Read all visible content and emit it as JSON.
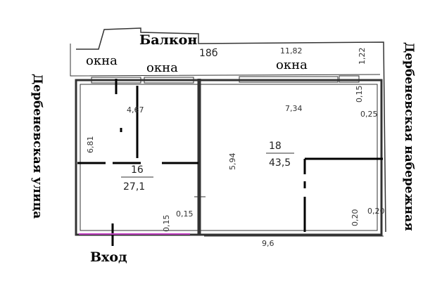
{
  "labels": {
    "balcony": "Балкон",
    "entrance": "Вход",
    "windows": [
      "окна",
      "окна",
      "окна"
    ],
    "street_left": "Дербеневская улица",
    "street_right": "Дербеневская набережная"
  },
  "rooms": [
    {
      "number": "16",
      "area": "27,1"
    },
    {
      "number": "18",
      "area": "43,5"
    }
  ],
  "room_number_top": "18б",
  "dimensions": {
    "top_length": "11,82",
    "right_top": "1,22",
    "left_room_width": "4,67",
    "left_room_height": "6,81",
    "right_room_width": "7,34",
    "right_room_height": "5,94",
    "wall_015_top": "0,15",
    "wall_025": "0,25",
    "partition_015": "0,15",
    "partition_015_b": "0,15",
    "bottom_length": "9,6",
    "wall_020_a": "0,20",
    "wall_020_b": "0,20"
  },
  "colors": {
    "ink": "#000000",
    "wall": "#333333",
    "door_accent": "#c040c0"
  }
}
